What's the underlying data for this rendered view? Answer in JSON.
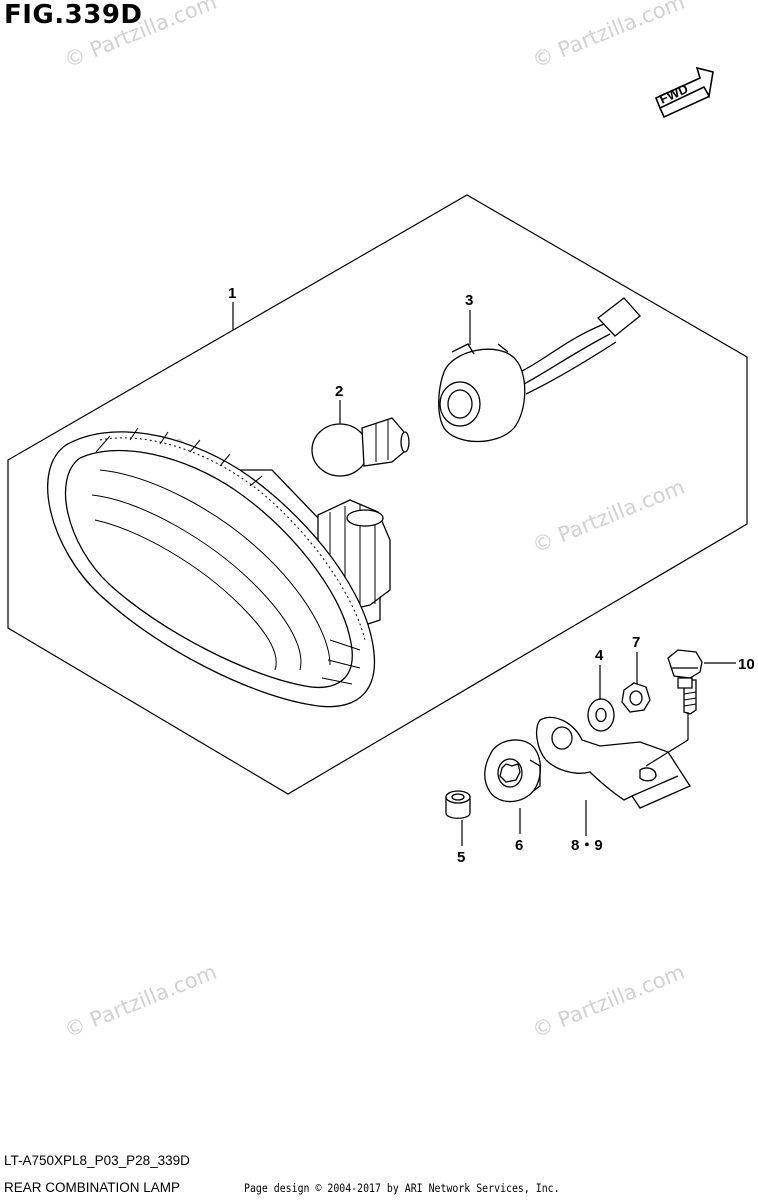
{
  "figure": {
    "title": "FIG.339D",
    "direction_badge": "FWD"
  },
  "callouts": {
    "part1": "1",
    "part2": "2",
    "part3": "3",
    "part4": "4",
    "part5": "5",
    "part6": "6",
    "part7": "7",
    "part8_9": "8・9",
    "part10": "10"
  },
  "watermark": {
    "text": "© Partzilla.com",
    "color": "#d2d2d2"
  },
  "footer": {
    "diagram_code": "LT-A750XPL8_P03_P28_339D",
    "diagram_name": "REAR COMBINATION LAMP",
    "copyright": "Page design © 2004-2017 by ARI Network Services, Inc."
  },
  "icons": [
    "fwd-arrow-icon"
  ]
}
